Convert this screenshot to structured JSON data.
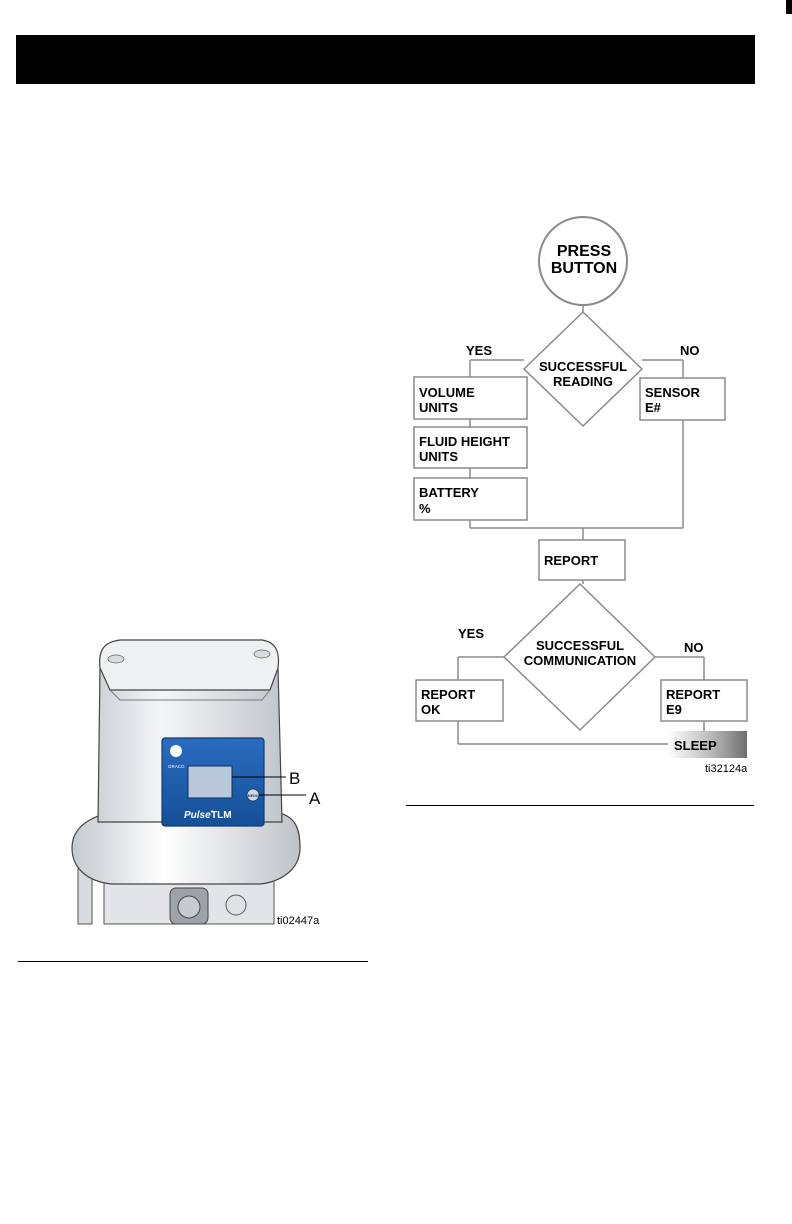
{
  "device_figure": {
    "logo_text": "GRACO",
    "button_text": "MENU",
    "model_brand": "Pulse",
    "model_name": "TLM",
    "callout_a": "A",
    "callout_b": "B",
    "figure_id": "ti02447a"
  },
  "flowchart": {
    "start": [
      "PRESS",
      "BUTTON"
    ],
    "decision1": [
      "SUCCESSFUL",
      "READING"
    ],
    "yes1": "YES",
    "no1": "NO",
    "volume": [
      "VOLUME",
      "UNITS"
    ],
    "fluid": [
      "FLUID HEIGHT",
      "UNITS"
    ],
    "battery": [
      "BATTERY",
      "%"
    ],
    "sensor": [
      "SENSOR",
      "E#"
    ],
    "report": "REPORT",
    "decision2": [
      "SUCCESSFUL",
      "COMMUNICATION"
    ],
    "yes2": "YES",
    "no2": "NO",
    "report_ok": [
      "REPORT",
      "OK"
    ],
    "report_e9": [
      "REPORT",
      "E9"
    ],
    "sleep": "SLEEP",
    "figure_id": "ti32124a"
  },
  "colors": {
    "panel_blue": "#1e5fae",
    "flow_line": "#8a8a8a"
  }
}
